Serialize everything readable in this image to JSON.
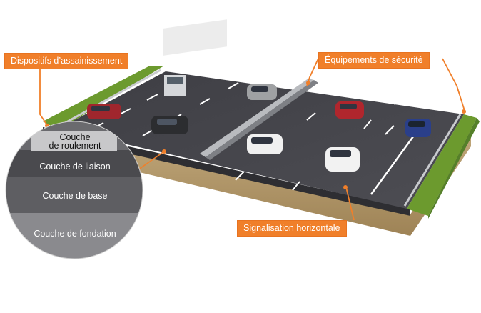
{
  "callouts": {
    "drainage": "Dispositifs d’assainissement",
    "safety": "Équipements de sécurité",
    "marking": "Signalisation horizontale"
  },
  "layers": {
    "roulement": "Couche\nde roulement",
    "liaison": "Couche de liaison",
    "base": "Couche de base",
    "fondation": "Couche de fondation"
  },
  "colors": {
    "accent": "#f07f2a",
    "asphalt": "#4a4a4f",
    "grass": "#6c9a2e"
  }
}
